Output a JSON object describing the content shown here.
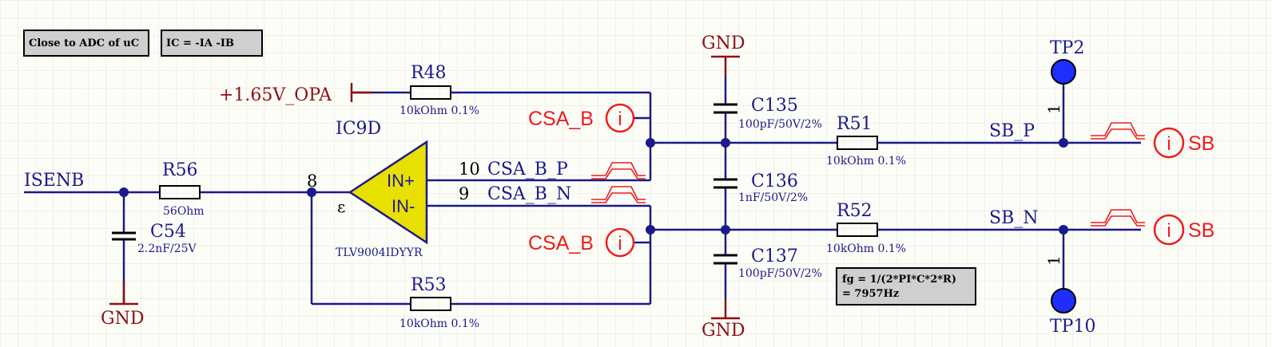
{
  "notes": {
    "close_to_adc": "Close to ADC of uC",
    "ic_equation": "IC = -IA -IB",
    "fg_line1": "fg = 1/(2*PI*C*2*R)",
    "fg_line2": "= 7957Hz"
  },
  "nets": {
    "isenb": "ISENB",
    "vref": "+1.65V_OPA",
    "csa_b_p": "CSA_B_P",
    "csa_b_n": "CSA_B_N",
    "sb_p": "SB_P",
    "sb_n": "SB_N",
    "gnd": "GND"
  },
  "ports": {
    "csa_b": "CSA_B",
    "sb": "SB",
    "port_icon": "i"
  },
  "opamp": {
    "ref": "IC9D",
    "part": "TLV9004IDYYR",
    "in_plus": "IN+",
    "in_minus": "IN-",
    "pin_out": "8",
    "pin_plus": "10",
    "pin_minus": "9",
    "pin_unit": "ε"
  },
  "resistors": {
    "r48": {
      "ref": "R48",
      "value": "10kOhm 0.1%"
    },
    "r56": {
      "ref": "R56",
      "value": "56Ohm"
    },
    "r53": {
      "ref": "R53",
      "value": "10kOhm 0.1%"
    },
    "r51": {
      "ref": "R51",
      "value": "10kOhm 0.1%"
    },
    "r52": {
      "ref": "R52",
      "value": "10kOhm 0.1%"
    }
  },
  "capacitors": {
    "c54": {
      "ref": "C54",
      "value": "2.2nF/25V"
    },
    "c135": {
      "ref": "C135",
      "value": "100pF/50V/2%"
    },
    "c136": {
      "ref": "C136",
      "value": "1nF/50V/2%"
    },
    "c137": {
      "ref": "C137",
      "value": "100pF/50V/2%"
    }
  },
  "testpoints": {
    "tp2": {
      "ref": "TP2",
      "pin": "1"
    },
    "tp10": {
      "ref": "TP10",
      "pin": "1"
    }
  },
  "colors": {
    "wire": "#1a1a8c",
    "power": "#8b1111",
    "port": "#ee1c1c",
    "opamp_fill": "#e8e000",
    "testpoint": "#1e2eff",
    "grid": "#e4e4dc",
    "background": "#fdfdf8",
    "note_fill": "#cfcfcf"
  }
}
